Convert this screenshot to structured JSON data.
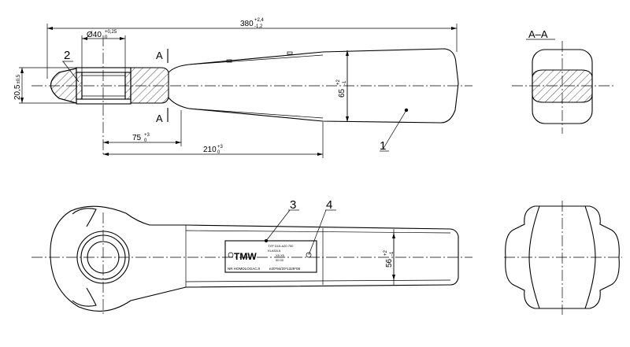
{
  "drawing": {
    "section_title": "A–A",
    "section_marks": [
      "A",
      "A"
    ],
    "balloons": [
      "1",
      "2",
      "3",
      "4"
    ],
    "dimensions": {
      "overall_length": {
        "value": "380",
        "tol_upper": "+2,4",
        "tol_lower": "-1,2"
      },
      "bore_diameter": {
        "value": "Ø40",
        "tol_upper": "+0,25",
        "tol_lower": "0"
      },
      "eye_thickness": {
        "value": "20,5",
        "tol": "±0,5"
      },
      "body_height": {
        "value": "65",
        "tol_upper": "+2",
        "tol_lower": "-1"
      },
      "taper_start": {
        "value": "75",
        "tol_upper": "+3",
        "tol_lower": "0"
      },
      "body_offset": {
        "value": "210",
        "tol_upper": "+3",
        "tol_lower": "0"
      },
      "plate_width": {
        "value": "56",
        "tol_upper": "+2",
        "tol_lower": "-1"
      }
    },
    "nameplate": {
      "logo": "TMW",
      "type_line": "TYP D10-A20.700",
      "class_line": "KLASA  A",
      "row_a": "X5     X5",
      "row_b": "00     00",
      "homologation": "NR HOMOLOGACJI",
      "serial": "e20*94/20*1329*08"
    }
  }
}
